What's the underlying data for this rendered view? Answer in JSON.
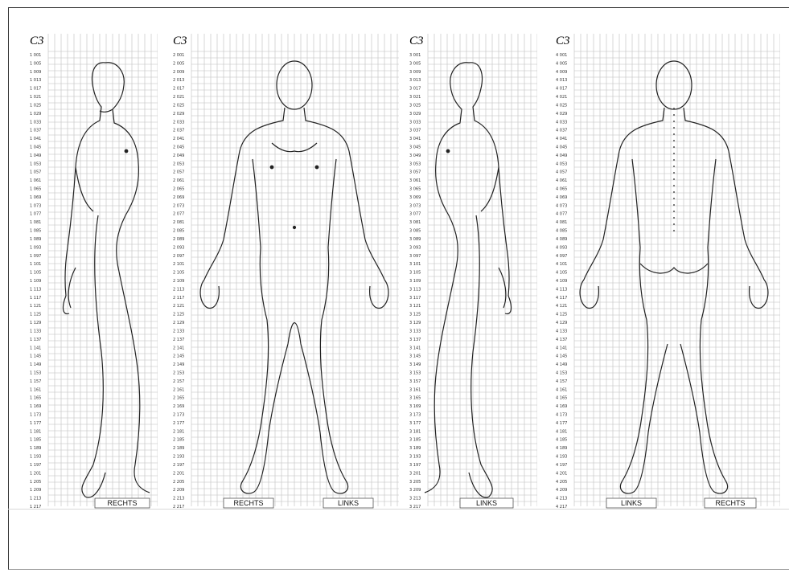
{
  "logo_text": "C3",
  "sheets": [
    {
      "id": "1",
      "view": "right-side",
      "row_prefix": "1",
      "labels": [
        "RECHTS"
      ]
    },
    {
      "id": "2",
      "view": "front",
      "row_prefix": "2",
      "labels": [
        "RECHTS",
        "LINKS"
      ]
    },
    {
      "id": "3",
      "view": "left-side",
      "row_prefix": "3",
      "labels": [
        "LINKS"
      ]
    },
    {
      "id": "4",
      "view": "back",
      "row_prefix": "4",
      "labels": [
        "LINKS",
        "RECHTS"
      ]
    }
  ],
  "row_codes": [
    "001",
    "005",
    "009",
    "013",
    "017",
    "021",
    "025",
    "029",
    "033",
    "037",
    "041",
    "045",
    "049",
    "053",
    "057",
    "061",
    "065",
    "069",
    "073",
    "077",
    "081",
    "085",
    "089",
    "093",
    "097",
    "101",
    "105",
    "109",
    "113",
    "117",
    "121",
    "125",
    "129",
    "133",
    "137",
    "141",
    "145",
    "149",
    "153",
    "157",
    "161",
    "165",
    "169",
    "173",
    "177",
    "181",
    "185",
    "189",
    "193",
    "197",
    "201",
    "205",
    "209",
    "213",
    "217"
  ],
  "colors": {
    "grid": "#bdbdbd",
    "ink": "#222222",
    "frame": "#333333"
  }
}
